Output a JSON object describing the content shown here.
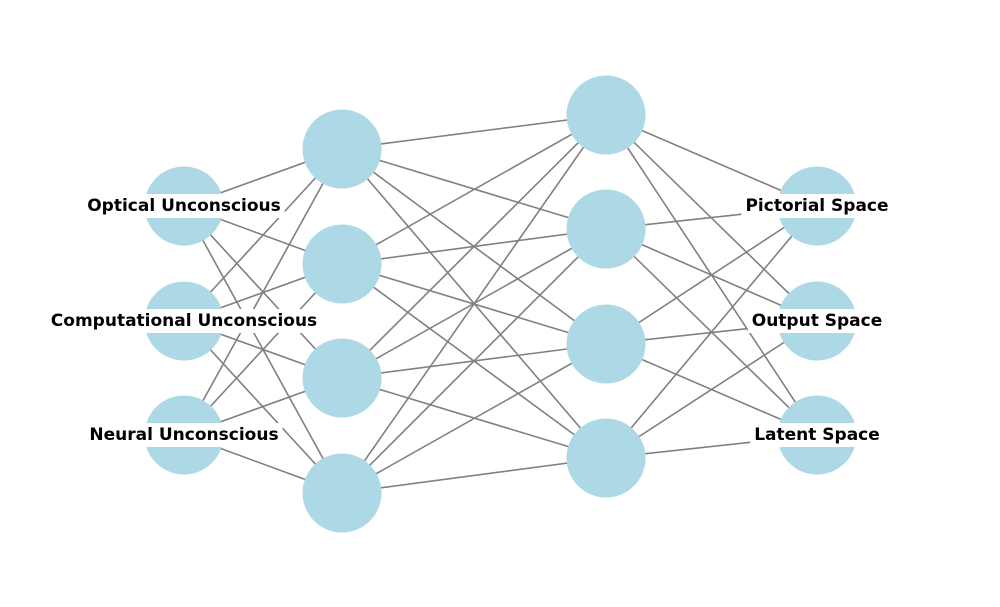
{
  "colors": {
    "node_fill": "#add8e6",
    "edge": "#808080",
    "label_text": "#000000",
    "background": "#ffffff"
  },
  "layers": [
    {
      "name": "input",
      "nodes": [
        {
          "id": "optical",
          "label": "Optical Unconscious"
        },
        {
          "id": "computational",
          "label": "Computational Unconscious"
        },
        {
          "id": "neural",
          "label": "Neural Unconscious"
        }
      ]
    },
    {
      "name": "hidden-1",
      "nodes": [
        {
          "id": "h1-1",
          "label": ""
        },
        {
          "id": "h1-2",
          "label": ""
        },
        {
          "id": "h1-3",
          "label": ""
        },
        {
          "id": "h1-4",
          "label": ""
        }
      ]
    },
    {
      "name": "hidden-2",
      "nodes": [
        {
          "id": "h2-1",
          "label": ""
        },
        {
          "id": "h2-2",
          "label": ""
        },
        {
          "id": "h2-3",
          "label": ""
        },
        {
          "id": "h2-4",
          "label": ""
        }
      ]
    },
    {
      "name": "output",
      "nodes": [
        {
          "id": "pictorial",
          "label": "Pictorial Space"
        },
        {
          "id": "output-space",
          "label": "Output Space"
        },
        {
          "id": "latent",
          "label": "Latent Space"
        }
      ]
    }
  ],
  "connectivity": "fully-connected-between-adjacent-layers"
}
